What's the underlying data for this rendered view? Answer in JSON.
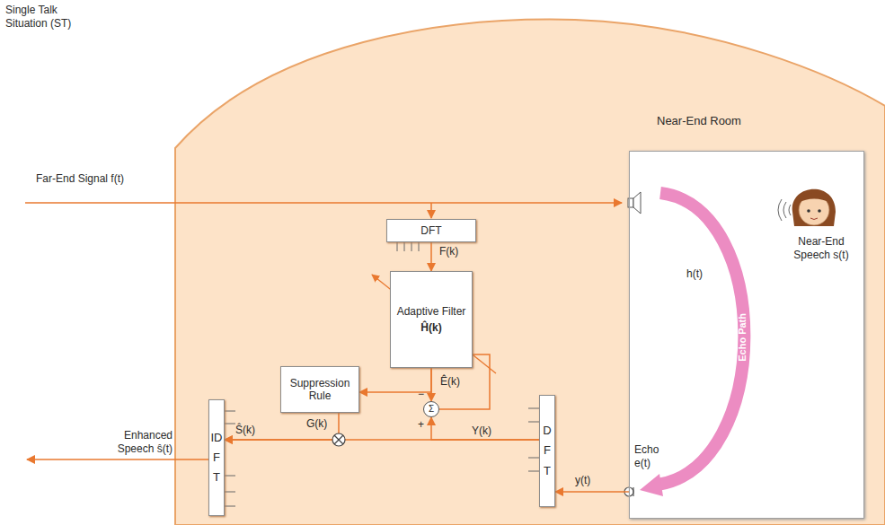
{
  "diagram": {
    "title": "Single Talk Situation (ST)",
    "nodes": [
      {
        "text": [
          "Near-End Room"
        ]
      },
      {
        "text": [
          "DFT"
        ]
      },
      {
        "text": [
          "Adaptive Filter",
          "Ĥ(k)"
        ]
      },
      {
        "text": [
          "Suppression Rule"
        ]
      },
      {
        "text": [
          "Σ"
        ]
      },
      {
        "text": [
          "DFT"
        ]
      },
      {
        "text": [
          "IDFT"
        ]
      }
    ],
    "edges": [
      {
        "from": 1,
        "to": 2,
        "arrow": "to",
        "label": "F(k)"
      },
      {
        "from": 2,
        "to": 4,
        "arrow": "to",
        "label": "Ê(k)"
      },
      {
        "from": 2,
        "to": 3,
        "arrow": "to"
      },
      {
        "from": 5,
        "to": 4,
        "arrow": "to"
      },
      {
        "from": 5,
        "to": 6,
        "arrow": "to",
        "label": "Y(k)"
      },
      {
        "from": 3,
        "to": 6,
        "arrow": "to",
        "label": "G(k)"
      },
      {
        "from": 4,
        "to": 2,
        "arrow": "none"
      },
      {
        "from": 0,
        "to": 5,
        "arrow": "to",
        "label": "y(t)"
      }
    ],
    "labels": [
      "Far-End Signal f(t)",
      "−",
      "+",
      "Ŝ(k)",
      "Enhanced Speech ŝ(t)",
      "h(t)",
      "Near-End Speech s(t)",
      "Echo Path",
      "Echo e(t)"
    ]
  }
}
